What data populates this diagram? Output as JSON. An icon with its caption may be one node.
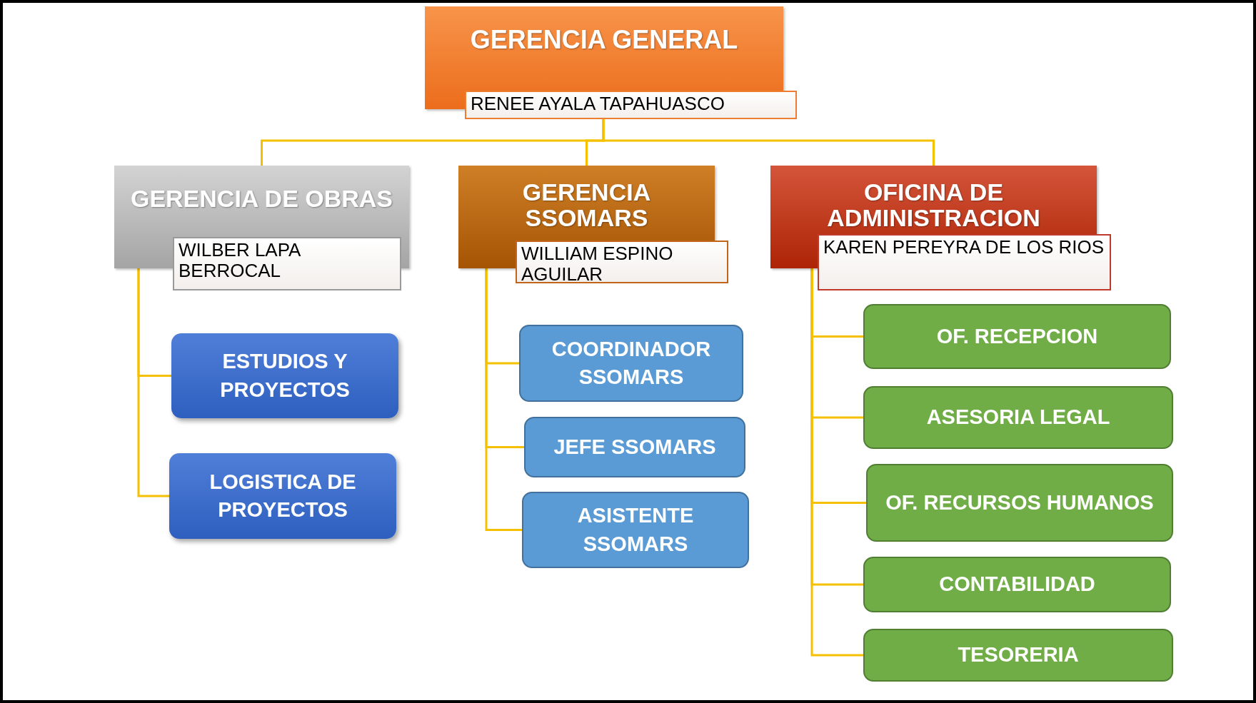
{
  "diagram": {
    "nodes": [
      {
        "text": [
          "GERENCIA GENERAL",
          "RENEE AYALA TAPAHUASCO"
        ]
      },
      {
        "text": [
          "GERENCIA DE OBRAS",
          "WILBER LAPA BERROCAL"
        ]
      },
      {
        "text": [
          "GERENCIA SSOMARS",
          "WILLIAM ESPINO AGUILAR"
        ]
      },
      {
        "text": [
          "OFICINA DE ADMINISTRACION",
          "KAREN PEREYRA DE LOS RIOS"
        ]
      },
      {
        "text": [
          "ESTUDIOS Y PROYECTOS"
        ]
      },
      {
        "text": [
          "LOGISTICA DE PROYECTOS"
        ]
      },
      {
        "text": [
          "COORDINADOR SSOMARS"
        ]
      },
      {
        "text": [
          "JEFE SSOMARS"
        ]
      },
      {
        "text": [
          "ASISTENTE SSOMARS"
        ]
      },
      {
        "text": [
          "OF. RECEPCION"
        ]
      },
      {
        "text": [
          "ASESORIA LEGAL"
        ]
      },
      {
        "text": [
          "OF. RECURSOS HUMANOS"
        ]
      },
      {
        "text": [
          "CONTABILIDAD"
        ]
      },
      {
        "text": [
          "TESORERIA"
        ]
      }
    ],
    "edges": [
      {
        "from": 0,
        "to": 1,
        "arrow": "none"
      },
      {
        "from": 0,
        "to": 2,
        "arrow": "none"
      },
      {
        "from": 0,
        "to": 3,
        "arrow": "none"
      },
      {
        "from": 1,
        "to": 4,
        "arrow": "none"
      },
      {
        "from": 1,
        "to": 5,
        "arrow": "none"
      },
      {
        "from": 2,
        "to": 6,
        "arrow": "none"
      },
      {
        "from": 2,
        "to": 7,
        "arrow": "none"
      },
      {
        "from": 2,
        "to": 8,
        "arrow": "none"
      },
      {
        "from": 3,
        "to": 9,
        "arrow": "none"
      },
      {
        "from": 3,
        "to": 10,
        "arrow": "none"
      },
      {
        "from": 3,
        "to": 11,
        "arrow": "none"
      },
      {
        "from": 3,
        "to": 12,
        "arrow": "none"
      },
      {
        "from": 3,
        "to": 13,
        "arrow": "none"
      }
    ]
  }
}
